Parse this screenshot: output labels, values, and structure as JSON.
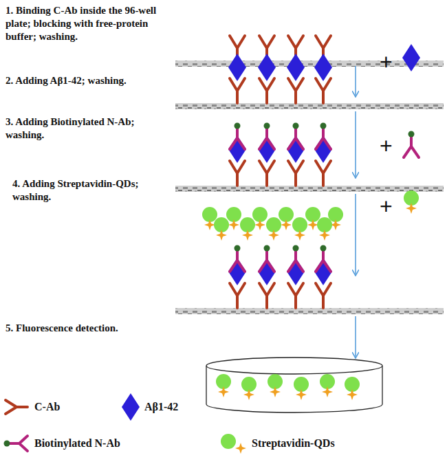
{
  "diagram": {
    "labels": [
      "1. Binding C-Ab inside the 96-well plate; blocking with free-protein buffer; washing.",
      "2. Adding Aβ1-42; washing.",
      "+",
      "3. Adding Biotinylated N-Ab; washing.",
      "+",
      "4. Adding Streptavidin-QDs; washing.",
      "+",
      "5. Fluorescence detection."
    ],
    "legend": [
      {
        "text": "C-Ab"
      },
      {
        "text": "Aβ1-42"
      },
      {
        "text": "Biotinylated N-Ab"
      },
      {
        "text": "Streptavidin-QDs"
      }
    ]
  }
}
